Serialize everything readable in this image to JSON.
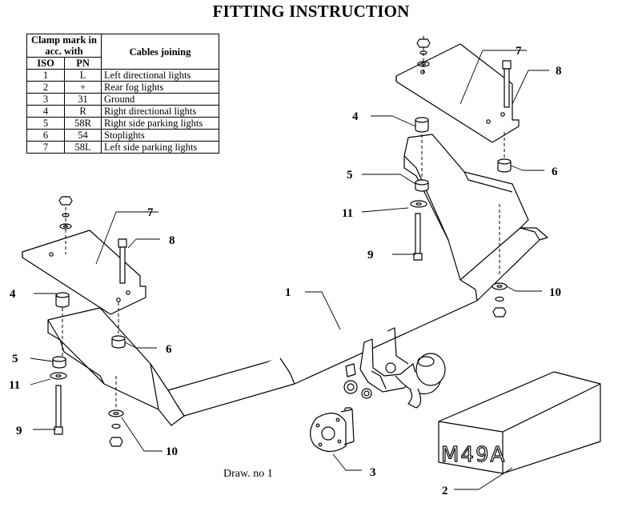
{
  "title": "FITTING INSTRUCTION",
  "table": {
    "header_clamp": "Clamp mark in acc. with",
    "header_iso": "ISO",
    "header_pn": "PN",
    "header_cables": "Cables joining",
    "rows": [
      {
        "iso": "1",
        "pn": "L",
        "cable": "Left directional lights"
      },
      {
        "iso": "2",
        "pn": "+",
        "cable": "Rear fog lights"
      },
      {
        "iso": "3",
        "pn": "31",
        "cable": "Ground"
      },
      {
        "iso": "4",
        "pn": "R",
        "cable": "Right directional lights"
      },
      {
        "iso": "5",
        "pn": "58R",
        "cable": "Right side parking lights"
      },
      {
        "iso": "6",
        "pn": "54",
        "cable": "Stoplights"
      },
      {
        "iso": "7",
        "pn": "58L",
        "cable": "Left side parking lights"
      }
    ]
  },
  "labels": {
    "l1": "1",
    "l2": "2",
    "l3": "3",
    "l4a": "4",
    "l4b": "4",
    "l5a": "5",
    "l5b": "5",
    "l6a": "6",
    "l6b": "6",
    "l7a": "7",
    "l7b": "7",
    "l8a": "8",
    "l8b": "8",
    "l9a": "9",
    "l9b": "9",
    "l10a": "10",
    "l10b": "10",
    "l11a": "11",
    "l11b": "11"
  },
  "stamp": "M49A",
  "drawing_note": "Draw. no 1"
}
